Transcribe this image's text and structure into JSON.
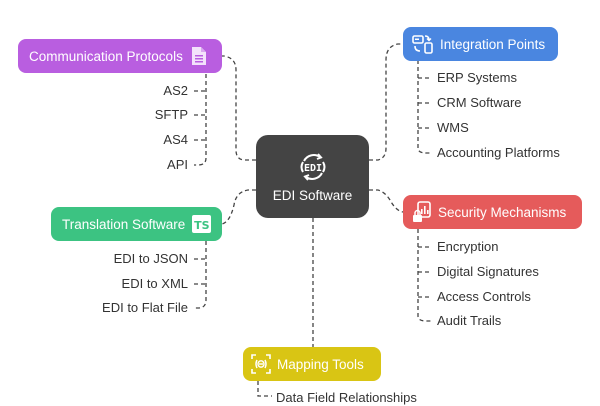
{
  "center": {
    "title": "EDI Software",
    "icon": "edi-sync-icon",
    "color": "#444444"
  },
  "branches": [
    {
      "id": "communication",
      "title": "Communication Protocols",
      "icon": "document-icon",
      "color": "#b95ee0",
      "items": [
        "AS2",
        "SFTP",
        "AS4",
        "API"
      ]
    },
    {
      "id": "integration",
      "title": "Integration Points",
      "icon": "device-sync-icon",
      "color": "#4a86e0",
      "items": [
        "ERP Systems",
        "CRM Software",
        "WMS",
        "Accounting Platforms"
      ]
    },
    {
      "id": "translation",
      "title": "Translation Software",
      "icon": "typescript-icon",
      "icon_text": "TS",
      "color": "#3cc382",
      "items": [
        "EDI to JSON",
        "EDI to XML",
        "EDI to Flat File"
      ]
    },
    {
      "id": "security",
      "title": "Security Mechanisms",
      "icon": "secure-report-icon",
      "color": "#e55b5b",
      "items": [
        "Encryption",
        "Digital Signatures",
        "Access Controls",
        "Audit Trails"
      ]
    },
    {
      "id": "mapping",
      "title": "Mapping Tools",
      "icon": "data-mapping-icon",
      "color": "#d9c514",
      "items": [
        "Data Field Relationships"
      ]
    }
  ]
}
